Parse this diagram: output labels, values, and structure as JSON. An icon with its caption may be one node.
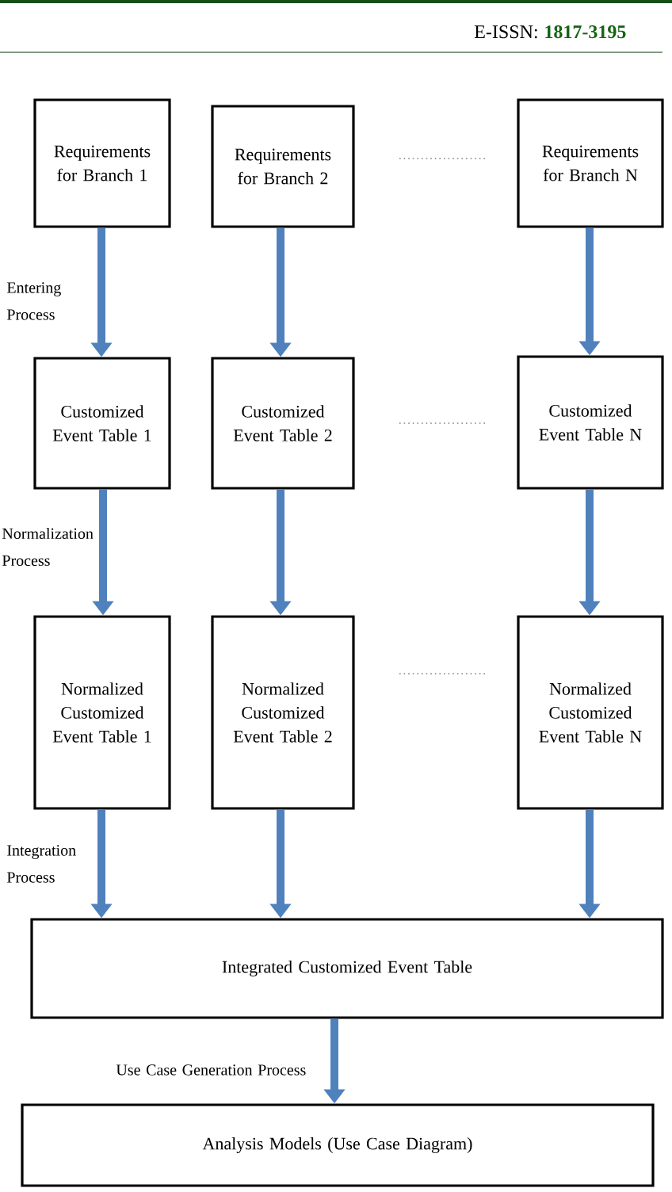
{
  "diagram": {
    "nodes": [
      {
        "text": [
          "Requirements for Branch 1"
        ]
      },
      {
        "text": [
          "Requirements for Branch 2"
        ]
      },
      {
        "text": [
          "Requirements for Branch N"
        ]
      },
      {
        "text": [
          "Customized Event Table 1"
        ]
      },
      {
        "text": [
          "Customized Event Table 2"
        ]
      },
      {
        "text": [
          "Customized Event Table N"
        ]
      },
      {
        "text": [
          "Normalized Customized Event Table 1"
        ]
      },
      {
        "text": [
          "Normalized Customized Event Table 2"
        ]
      },
      {
        "text": [
          "Normalized Customized Event Table N"
        ]
      },
      {
        "text": [
          "Integrated Customized Event Table"
        ]
      },
      {
        "text": [
          "Analysis Models (Use Case Diagram)"
        ]
      }
    ],
    "edges": [
      {
        "from": 0,
        "to": 3,
        "arrow": "to",
        "label": "Entering Process"
      },
      {
        "from": 1,
        "to": 4,
        "arrow": "to"
      },
      {
        "from": 2,
        "to": 5,
        "arrow": "to"
      },
      {
        "from": 3,
        "to": 6,
        "arrow": "to",
        "label": "Normalization Process"
      },
      {
        "from": 4,
        "to": 7,
        "arrow": "to"
      },
      {
        "from": 5,
        "to": 8,
        "arrow": "to"
      },
      {
        "from": 6,
        "to": 9,
        "arrow": "to",
        "label": "Integration Process"
      },
      {
        "from": 7,
        "to": 9,
        "arrow": "to"
      },
      {
        "from": 8,
        "to": 9,
        "arrow": "to"
      },
      {
        "from": 9,
        "to": 10,
        "arrow": "to",
        "label": "Use Case Generation Process"
      }
    ],
    "labels": [
      "E-ISSN:",
      "1817-3195"
    ]
  }
}
